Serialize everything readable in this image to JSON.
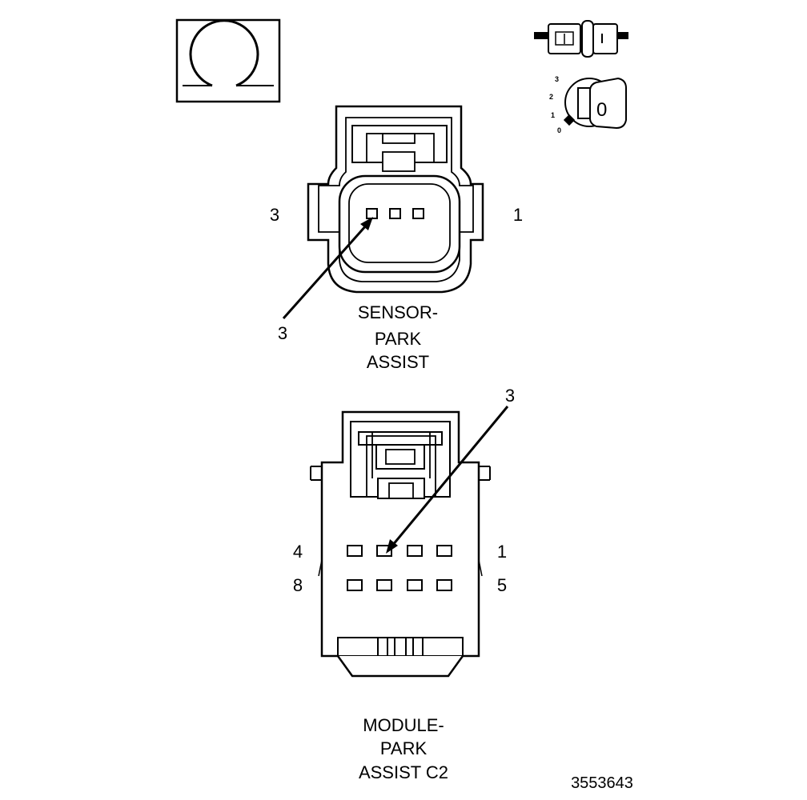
{
  "sensor_connector": {
    "pin_left": "3",
    "pin_right": "1",
    "pointer_label": "3",
    "name_line1": "SENSOR-",
    "name_line2": "PARK",
    "name_line3": "ASSIST"
  },
  "module_connector": {
    "pointer_label": "3",
    "row1_left": "4",
    "row1_right": "1",
    "row2_left": "8",
    "row2_right": "5",
    "name_line1": "MODULE-",
    "name_line2": "PARK",
    "name_line3": "ASSIST C2"
  },
  "ignition_switch": {
    "positions": [
      "3",
      "2",
      "1",
      "0"
    ],
    "key_position": "0"
  },
  "figure_number": "3553643",
  "icons": {
    "resistance": "ohm-symbol-icon",
    "connector": "disconnected-connector-icon",
    "ignition": "ignition-key-icon"
  }
}
